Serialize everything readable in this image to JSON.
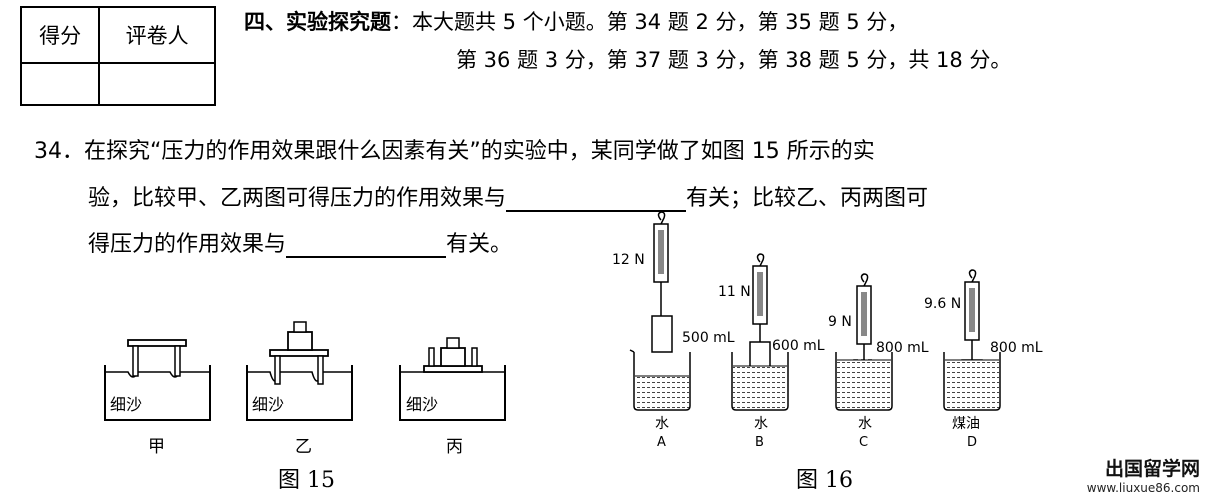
{
  "score_table": {
    "col1": "得分",
    "col2": "评卷人"
  },
  "section": {
    "title": "四、实验探究题",
    "line1": "：本大题共 5 个小题。第 34 题 2 分，第 35 题 5 分，",
    "line2": "第 36 题 3 分，第 37 题 3 分，第 38 题 5 分，共 18 分。"
  },
  "question": {
    "number": "34．",
    "line1": "在探究“压力的作用效果跟什么因素有关”的实验中，某同学做了如图  15 所示的实",
    "line2_a": "验，比较甲、乙两图可得压力的作用效果与",
    "line2_b": "有关；比较乙、丙两图可",
    "line3_a": "得压力的作用效果与",
    "line3_b": "有关。"
  },
  "figure15": {
    "caption": "图 15",
    "sand_label": "细沙",
    "labels": [
      "甲",
      "乙",
      "丙"
    ]
  },
  "figure16": {
    "caption": "图 16",
    "readings": [
      "12 N",
      "11 N",
      "9 N",
      "9.6 N"
    ],
    "volumes": [
      "500 mL",
      "600 mL",
      "800 mL",
      "800 mL"
    ],
    "liquids": [
      "水",
      "水",
      "水",
      "煤油"
    ],
    "letters": [
      "A",
      "B",
      "C",
      "D"
    ]
  },
  "watermark": {
    "line1": "出国留学网",
    "line2": "www.liuxue86.com"
  }
}
